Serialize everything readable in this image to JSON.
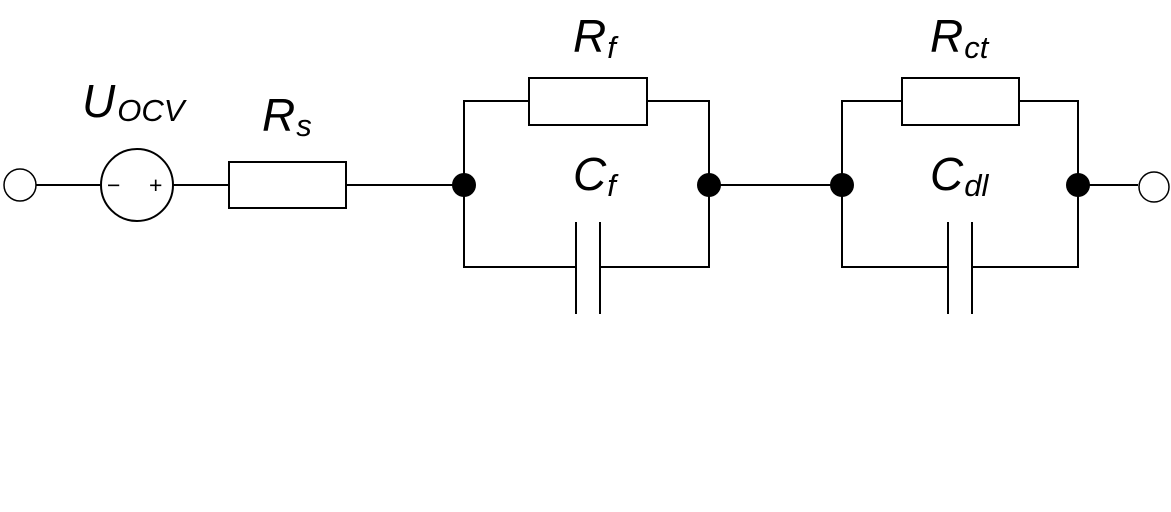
{
  "labels": {
    "u_ocv": {
      "main": "U",
      "sub": "OCV"
    },
    "r_s": {
      "main": "R",
      "sub": "s"
    },
    "r_f": {
      "main": "R",
      "sub": "f"
    },
    "c_f": {
      "main": "C",
      "sub": "f"
    },
    "r_ct": {
      "main": "R",
      "sub": "ct"
    },
    "c_dl": {
      "main": "C",
      "sub": "dl"
    }
  },
  "source_signs": {
    "minus": "−",
    "plus": "+"
  }
}
